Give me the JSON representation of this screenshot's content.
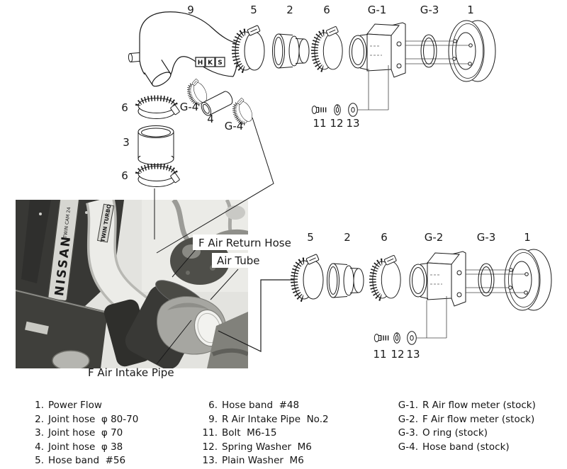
{
  "top_assembly": {
    "pipe_label": "9",
    "band56_label": "5",
    "joint_hose_label": "2",
    "band48_label": "6",
    "meter_label": "G-1",
    "oring_label": "G-3",
    "filter_label": "1",
    "band_g4a_label": "G-4",
    "hose38_label": "4",
    "band_g4b_label": "G-4",
    "band6_top_label": "6",
    "hose70_label": "3",
    "band6_bottom_label": "6",
    "bolt_label": "11",
    "spring_washer_label": "12",
    "plain_washer_label": "13"
  },
  "front_assembly": {
    "band56_label": "5",
    "joint_hose_label": "2",
    "band48_label": "6",
    "meter_label": "G-2",
    "oring_label": "G-3",
    "filter_label": "1",
    "bolt_label": "11",
    "spring_washer_label": "12",
    "plain_washer_label": "13"
  },
  "hks_logo": {
    "h": "H",
    "k": "K",
    "s": "S"
  },
  "photo": {
    "brand": "NISSAN",
    "engine_text": "TWIN CAM 24",
    "pipe_text": "TWIN TURBO",
    "callout_return_hose": "F Air Return Hose",
    "callout_air_tube": "Air Tube",
    "callout_intake_pipe": "F Air Intake Pipe"
  },
  "parts_list": {
    "col1": [
      {
        "num": "1.",
        "label": "Power Flow"
      },
      {
        "num": "2.",
        "label": "Joint hose  φ 80-70"
      },
      {
        "num": "3.",
        "label": "Joint hose  φ 70"
      },
      {
        "num": "4.",
        "label": "Joint hose  φ 38"
      },
      {
        "num": "5.",
        "label": "Hose band  #56"
      }
    ],
    "col2": [
      {
        "num": "6.",
        "label": "Hose band  #48"
      },
      {
        "num": "9.",
        "label": "R Air Intake Pipe  No.2"
      },
      {
        "num": "11.",
        "label": "Bolt  M6-15"
      },
      {
        "num": "12.",
        "label": "Spring Washer  M6"
      },
      {
        "num": "13.",
        "label": "Plain Washer  M6"
      }
    ],
    "col3": [
      {
        "num": "G-1.",
        "label": "R Air flow meter (stock)"
      },
      {
        "num": "G-2.",
        "label": "F Air flow meter (stock)"
      },
      {
        "num": "G-3.",
        "label": "O ring (stock)"
      },
      {
        "num": "G-4.",
        "label": "Hose band (stock)"
      }
    ]
  },
  "colors": {
    "line": "#1a1a1a",
    "photo_dark": "#383835",
    "photo_light": "#e3e3df"
  }
}
